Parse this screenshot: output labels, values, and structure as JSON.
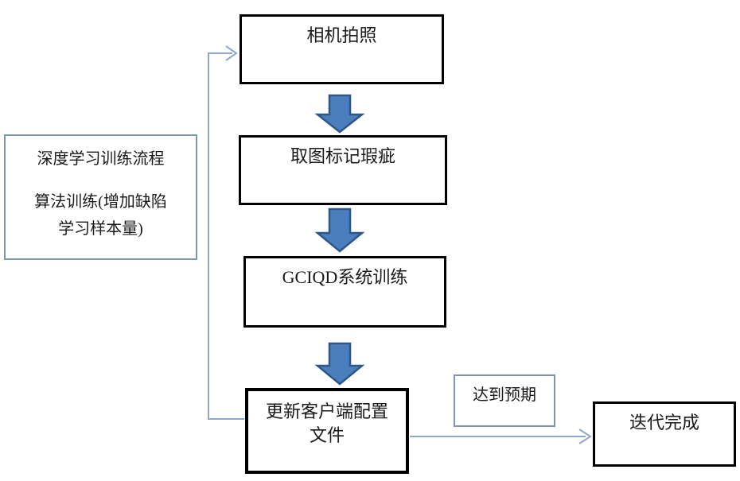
{
  "flowchart": {
    "note_box": {
      "line1": "深度学习训练流程",
      "line2": "算法训练(增加缺陷",
      "line3": "学习样本量)"
    },
    "nodes": {
      "camera": "相机拍照",
      "mark_defects": "取图标记瑕疵",
      "gciqd_training": "GCIQD系统训练",
      "update_config_line1": "更新客户端配置",
      "update_config_line2": "文件",
      "iteration_done": "迭代完成"
    },
    "edge_labels": {
      "expected": "达到预期"
    },
    "colors": {
      "node_border": "#000000",
      "note_border": "#8096ad",
      "block_arrow_fill": "#4a7ebc",
      "block_arrow_stroke": "#2e5689",
      "connector_line": "#8fa8c8",
      "background": "#ffffff",
      "text": "#1a1a1a"
    }
  }
}
